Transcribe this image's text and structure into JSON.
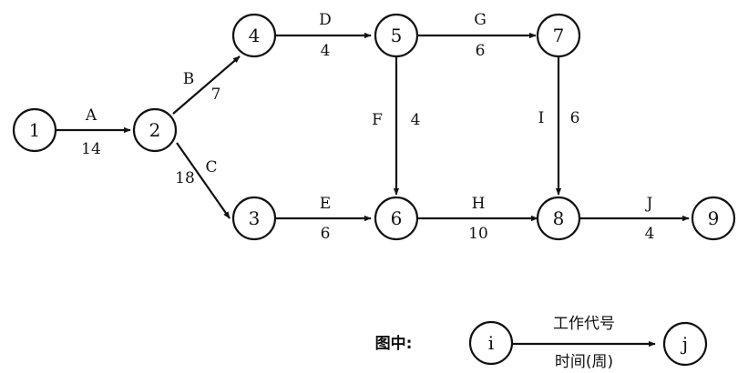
{
  "nodes": [
    {
      "id": "1",
      "label": "1"
    },
    {
      "id": "2",
      "label": "2"
    },
    {
      "id": "3",
      "label": "3"
    },
    {
      "id": "4",
      "label": "4"
    },
    {
      "id": "5",
      "label": "5"
    },
    {
      "id": "6",
      "label": "6"
    },
    {
      "id": "7",
      "label": "7"
    },
    {
      "id": "8",
      "label": "8"
    },
    {
      "id": "9",
      "label": "9"
    }
  ],
  "edges": [
    {
      "id": "A",
      "from": "1",
      "to": "2",
      "activity": "A",
      "duration": "14"
    },
    {
      "id": "B",
      "from": "2",
      "to": "4",
      "activity": "B",
      "duration": "7"
    },
    {
      "id": "C",
      "from": "2",
      "to": "3",
      "activity": "C",
      "duration": "18"
    },
    {
      "id": "D",
      "from": "4",
      "to": "5",
      "activity": "D",
      "duration": "4"
    },
    {
      "id": "E",
      "from": "3",
      "to": "6",
      "activity": "E",
      "duration": "6"
    },
    {
      "id": "F",
      "from": "5",
      "to": "6",
      "activity": "F",
      "duration": "4"
    },
    {
      "id": "G",
      "from": "5",
      "to": "7",
      "activity": "G",
      "duration": "6"
    },
    {
      "id": "H",
      "from": "6",
      "to": "8",
      "activity": "H",
      "duration": "10"
    },
    {
      "id": "I",
      "from": "7",
      "to": "8",
      "activity": "I",
      "duration": "6"
    },
    {
      "id": "J",
      "from": "8",
      "to": "9",
      "activity": "J",
      "duration": "4"
    }
  ],
  "legend": {
    "caption": "图中:",
    "start_node": "i",
    "end_node": "j",
    "top_label": "工作代号",
    "bottom_label": "时间(周)"
  },
  "colors": {
    "stroke": "#111111",
    "background": "#ffffff"
  }
}
